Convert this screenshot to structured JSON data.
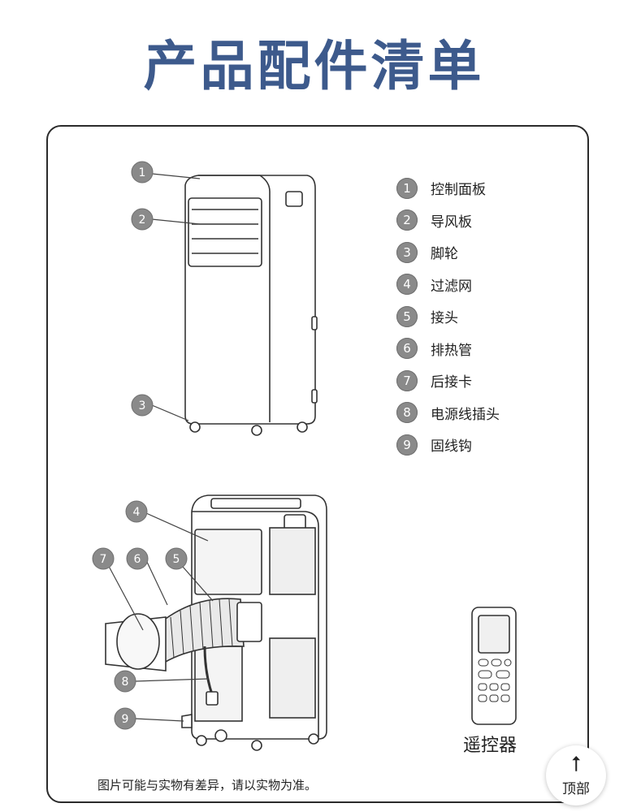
{
  "title": "产品配件清单",
  "parts": [
    {
      "num": "1",
      "label": "控制面板"
    },
    {
      "num": "2",
      "label": "导风板"
    },
    {
      "num": "3",
      "label": "脚轮"
    },
    {
      "num": "4",
      "label": "过滤网"
    },
    {
      "num": "5",
      "label": "接头"
    },
    {
      "num": "6",
      "label": "排热管"
    },
    {
      "num": "7",
      "label": "后接卡"
    },
    {
      "num": "8",
      "label": "电源线插头"
    },
    {
      "num": "9",
      "label": "固线钩"
    }
  ],
  "remote_label": "遥控器",
  "disclaimer": "图片可能与实物有差异，请以实物为准。",
  "back_to_top": {
    "label": "顶部"
  },
  "colors": {
    "title": "#3d5a8c",
    "badge": "#8a8a8a"
  }
}
